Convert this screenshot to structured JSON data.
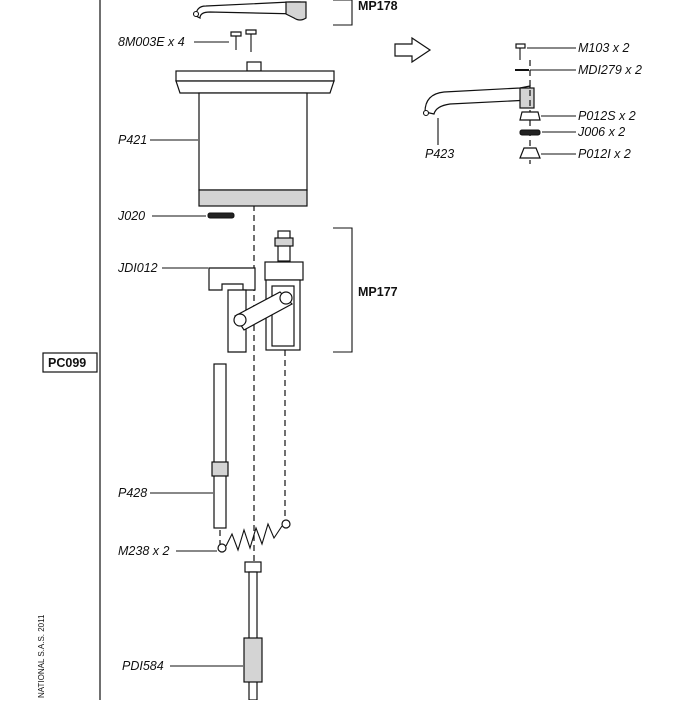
{
  "labels": {
    "mp178": "MP178",
    "bolt_qty": "8M003E x 4",
    "m103": "M103 x 2",
    "mdi279": "MDI279 x 2",
    "p012s": "P012S x 2",
    "j006": "J006 x 2",
    "p012i": "P012I x 2",
    "p423": "P423",
    "p421": "P421",
    "j020": "J020",
    "jdi012": "JDI012",
    "mp177": "MP177",
    "pc099": "PC099",
    "p428": "P428",
    "m238": "M238 x 2",
    "pdi584": "PDI584"
  },
  "copyright": "NATIONAL S.A.S. 2011"
}
